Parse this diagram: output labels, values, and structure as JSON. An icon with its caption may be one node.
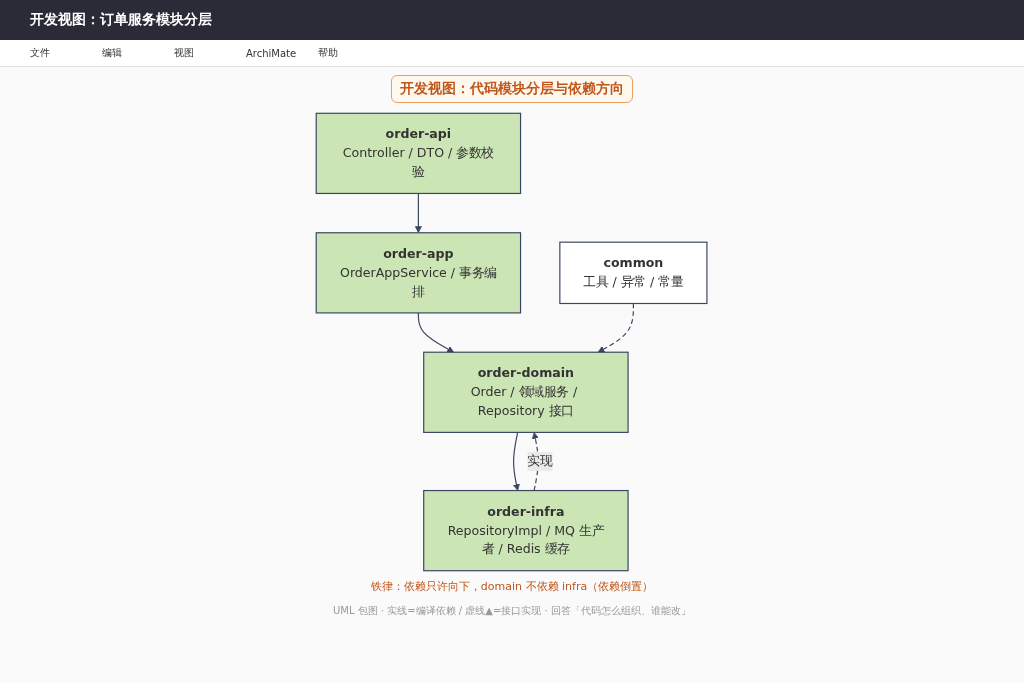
{
  "diagram": {
    "title": "开发视图：代码模块分层与依赖方向",
    "caption": "UML 包图 · 实线=编译依赖 / 虚线▲=接口实现 · 回答「代码怎么组织、谁能改」",
    "nodes": [
      {
        "text": [
          "order-api",
          "Controller / DTO / 参数校验"
        ]
      },
      {
        "text": [
          "order-app",
          "OrderAppService / 事务编排"
        ]
      },
      {
        "text": [
          "order-domain",
          "Order / 领域服务 / Repository 接口"
        ]
      },
      {
        "text": [
          "order-infra",
          "RepositoryImpl / MQ 生产者 / Redis 缓存"
        ]
      },
      {
        "text": [
          "common",
          "工具 / 异常 / 常量"
        ]
      }
    ],
    "edges": [
      {
        "from": 0,
        "to": 1,
        "arrow": "to"
      },
      {
        "from": 1,
        "to": 2,
        "arrow": "to"
      },
      {
        "from": 2,
        "to": 3,
        "arrow": "to"
      },
      {
        "from": 3,
        "to": 2,
        "arrow": "to",
        "label": "实现",
        "style": "dashed"
      },
      {
        "from": 4,
        "to": 2,
        "arrow": "to",
        "style": "dashed"
      }
    ],
    "labels": [
      "开发视图：订单服务模块分层",
      "文件",
      "编辑",
      "视图",
      "ArchiMate",
      "帮助",
      "铁律：依赖只许向下，domain 不依赖 infra（依赖倒置）"
    ]
  }
}
